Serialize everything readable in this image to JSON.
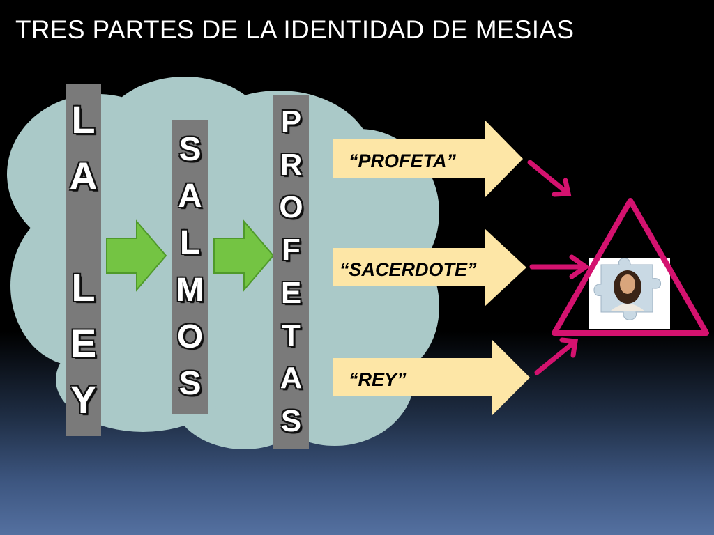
{
  "title": "TRES PARTES DE LA IDENTIDAD DE MESIAS",
  "columns": {
    "ley": [
      "L",
      "A",
      "",
      "L",
      "E",
      "Y"
    ],
    "salmos": [
      "S",
      "A",
      "L",
      "M",
      "O",
      "S"
    ],
    "profetas": [
      "P",
      "R",
      "O",
      "F",
      "E",
      "T",
      "A",
      "S"
    ]
  },
  "roles": {
    "profeta": "“PROFETA”",
    "sacerdote": "“SACERDOTE”",
    "rey": "“REY”"
  },
  "colors": {
    "cloud": "#aac9c8",
    "column": "#7a7a7a",
    "green_arrow": "#74c443",
    "role_arrow": "#fde6a6",
    "magenta": "#d4126f",
    "background_bottom": "#5470a0"
  },
  "icons": {
    "center_image": "jesus-puzzle-piece-icon"
  }
}
